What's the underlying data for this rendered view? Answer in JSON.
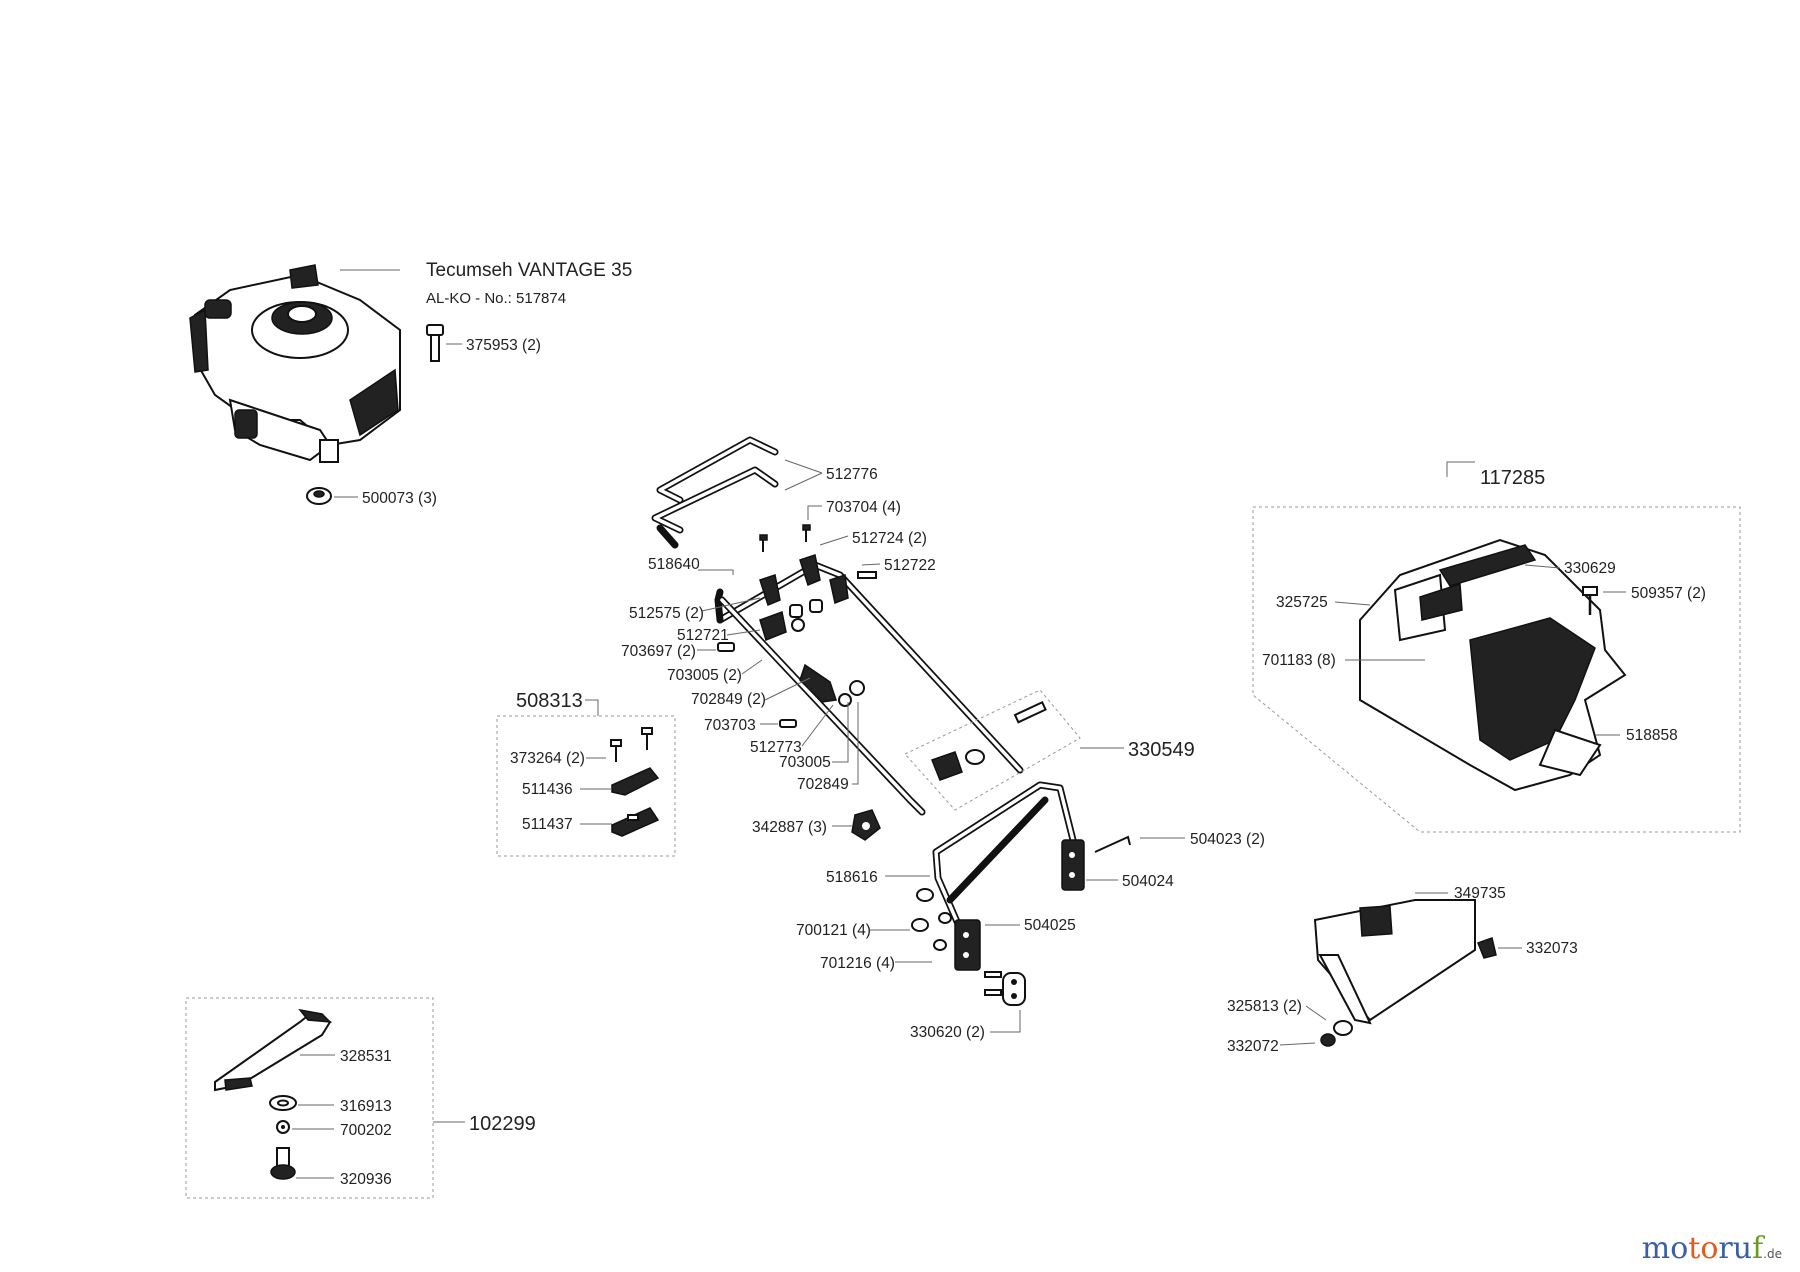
{
  "engine": {
    "title": "Tecumseh VANTAGE 35",
    "subtitle": "AL-KO - No.: 517874"
  },
  "labels": {
    "p375953": "375953 (2)",
    "p500073": "500073 (3)",
    "p512776": "512776",
    "p703704": "703704 (4)",
    "p512724": "512724 (2)",
    "p518640": "518640",
    "p512722": "512722",
    "p512575": "512575 (2)",
    "p512721": "512721",
    "p703697": "703697 (2)",
    "p703005a": "703005 (2)",
    "p702849a": "702849 (2)",
    "p703703": "703703",
    "p512773": "512773",
    "p703005b": "703005",
    "p702849b": "702849",
    "p508313": "508313",
    "p373264": "373264 (2)",
    "p511436": "511436",
    "p511437": "511437",
    "p342887": "342887 (3)",
    "p330549": "330549",
    "p504023": "504023 (2)",
    "p518616": "518616",
    "p504024": "504024",
    "p700121": "700121 (4)",
    "p504025": "504025",
    "p701216": "701216 (4)",
    "p330620": "330620 (2)",
    "p117285": "117285",
    "p330629": "330629",
    "p325725": "325725",
    "p509357": "509357 (2)",
    "p701183": "701183 (8)",
    "p518858": "518858",
    "p349735": "349735",
    "p332073": "332073",
    "p325813": "325813 (2)",
    "p332072": "332072",
    "p328531": "328531",
    "p316913": "316913",
    "p700202": "700202",
    "p320936": "320936",
    "p102299": "102299"
  },
  "brand": {
    "m1": "mo",
    "m2": "to",
    "m3": "ru",
    "m4": "f",
    "de": ".de"
  }
}
